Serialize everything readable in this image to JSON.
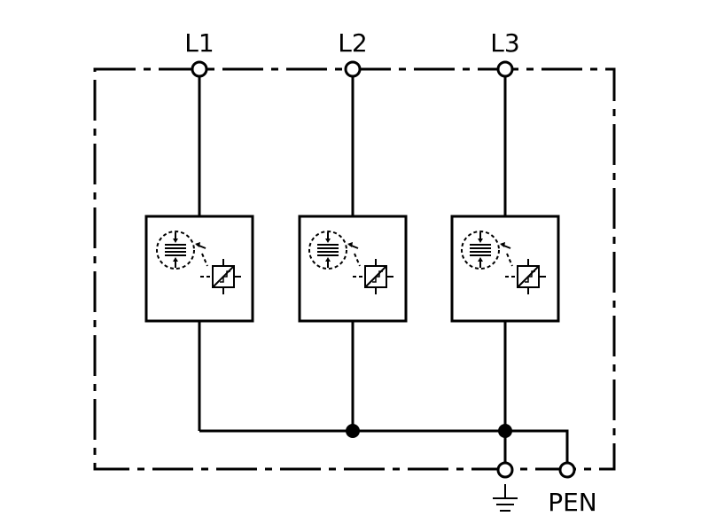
{
  "labels": {
    "l1": "L1",
    "l2": "L2",
    "l3": "L3",
    "pen": "PEN"
  },
  "icons": {
    "protection_module": "spark-gap-varistor-symbol",
    "ground": "ground-icon"
  },
  "colors": {
    "line": "#000000",
    "background": "#ffffff"
  }
}
